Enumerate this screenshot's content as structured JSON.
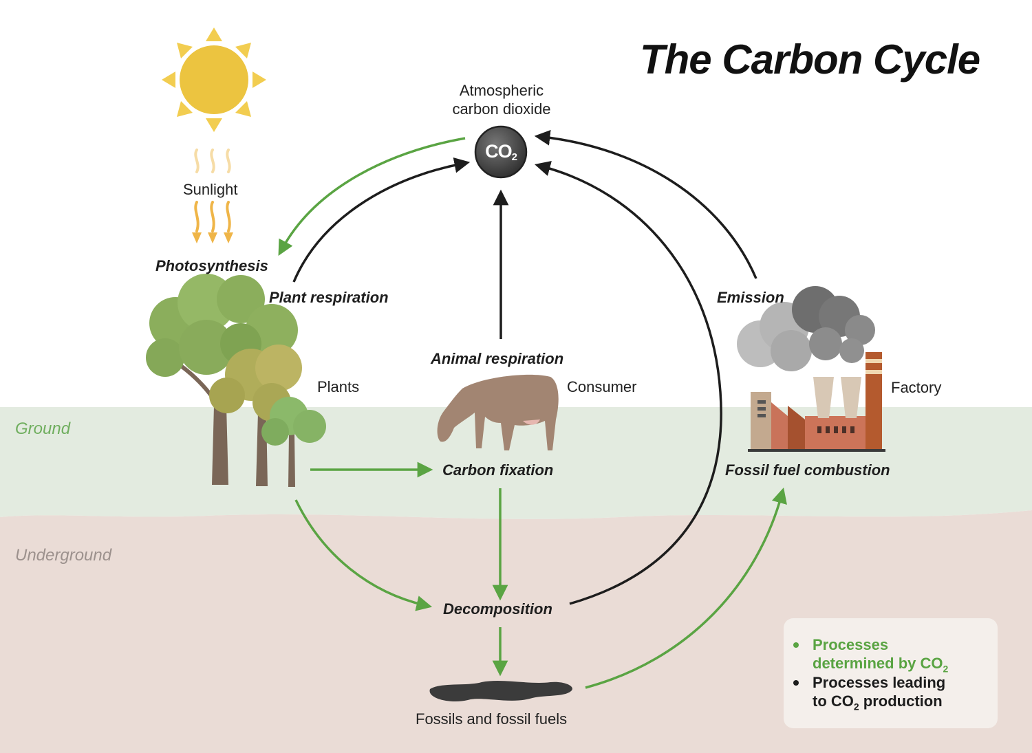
{
  "title": "The Carbon Cycle",
  "atmosphere": {
    "label_line1": "Atmospheric",
    "label_line2": "carbon dioxide",
    "symbol": "CO",
    "subscript": "2"
  },
  "zones": {
    "ground": "Ground",
    "underground": "Underground"
  },
  "nodes": {
    "sunlight": "Sunlight",
    "plants": "Plants",
    "consumer": "Consumer",
    "factory": "Factory",
    "fossils": "Fossils and fossil fuels"
  },
  "processes": {
    "photosynthesis": "Photosynthesis",
    "plant_respiration": "Plant respiration",
    "animal_respiration": "Animal respiration",
    "emission": "Emission",
    "carbon_fixation": "Carbon fixation",
    "fossil_fuel_combustion": "Fossil fuel combustion",
    "decomposition": "Decomposition"
  },
  "legend": {
    "green_item_line1": "Processes",
    "green_item_line2": "determined by CO",
    "green_item_sub": "2",
    "black_item_line1": "Processes leading",
    "black_item_line2": "to CO",
    "black_item_sub": "2",
    "black_item_line2_end": " production"
  },
  "colors": {
    "green_process": "#5aa443",
    "black_process": "#1d1d1d",
    "ground_band": "#e3ebe0",
    "underground_band": "#eadcd6",
    "ground_text": "#6fae5e",
    "underground_text": "#9c918d",
    "sun": "#ecc440",
    "sunlight_rays": "#efb548"
  },
  "icons": [
    "sun-icon",
    "sunlight-rays-icon",
    "tree-group-icon",
    "cow-icon",
    "factory-icon",
    "fossil-fuel-puddle-icon",
    "co2-molecule-icon"
  ]
}
